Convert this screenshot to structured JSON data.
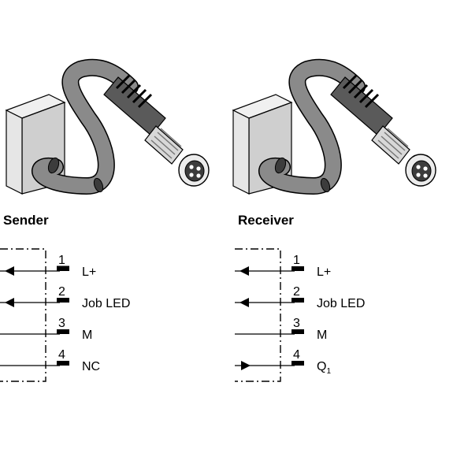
{
  "panels": [
    {
      "title": "Sender",
      "pins": [
        {
          "num": "1",
          "signal": "L+",
          "direction": "out"
        },
        {
          "num": "2",
          "signal": "Job LED",
          "direction": "out"
        },
        {
          "num": "3",
          "signal": "M",
          "direction": "none"
        },
        {
          "num": "4",
          "signal": "NC",
          "direction": "none"
        }
      ]
    },
    {
      "title": "Receiver",
      "pins": [
        {
          "num": "1",
          "signal": "L+",
          "direction": "out"
        },
        {
          "num": "2",
          "signal": "Job LED",
          "direction": "out"
        },
        {
          "num": "3",
          "signal": "M",
          "direction": "none"
        },
        {
          "num": "4",
          "signal": "Q",
          "signal_sub": "1",
          "direction": "in"
        }
      ]
    }
  ],
  "colors": {
    "cable": "#8a8a8a",
    "cable_dark": "#3c3c3c",
    "housing": "#e4e4e4",
    "housing_shade": "#c4c4c4",
    "plug_body": "#6f6f6f",
    "line": "#000000"
  }
}
